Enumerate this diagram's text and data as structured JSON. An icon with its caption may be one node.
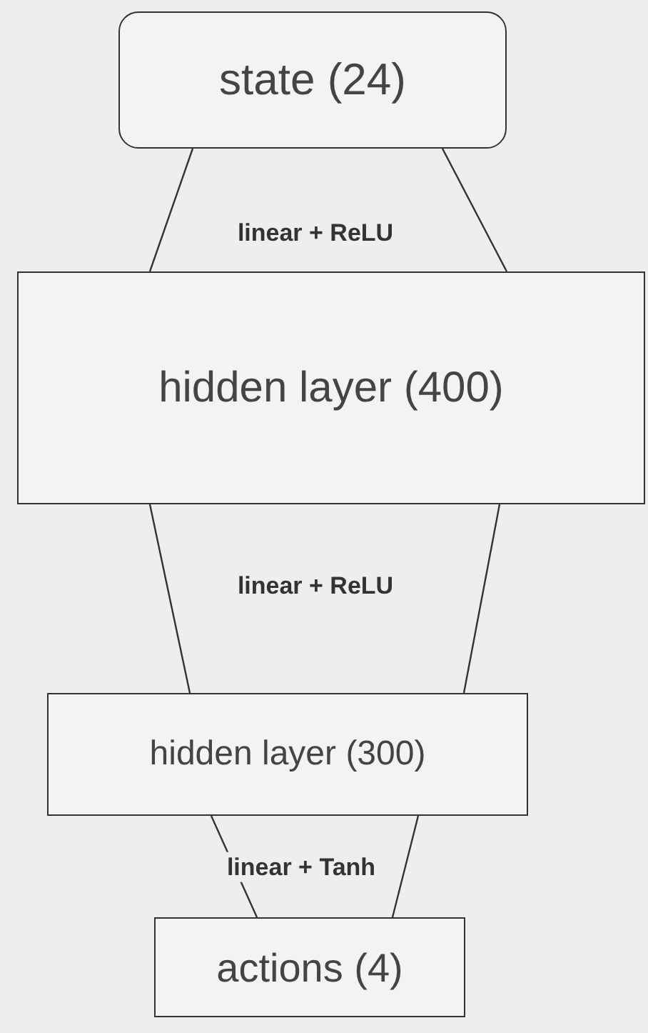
{
  "diagram": {
    "nodes": [
      {
        "text": [
          "state (24)"
        ]
      },
      {
        "text": [
          "hidden layer (400)"
        ]
      },
      {
        "text": [
          "hidden layer (300)"
        ]
      },
      {
        "text": [
          "actions (4)"
        ]
      }
    ],
    "edges": [
      {
        "from": 0,
        "to": 1,
        "arrow": "none"
      },
      {
        "from": 0,
        "to": 1,
        "arrow": "none"
      },
      {
        "from": 1,
        "to": 2,
        "arrow": "none"
      },
      {
        "from": 1,
        "to": 2,
        "arrow": "none"
      },
      {
        "from": 2,
        "to": 3,
        "arrow": "none"
      },
      {
        "from": 2,
        "to": 3,
        "arrow": "none"
      }
    ],
    "labels": [
      "linear + ReLU",
      "linear + ReLU",
      "linear + Tanh"
    ]
  }
}
